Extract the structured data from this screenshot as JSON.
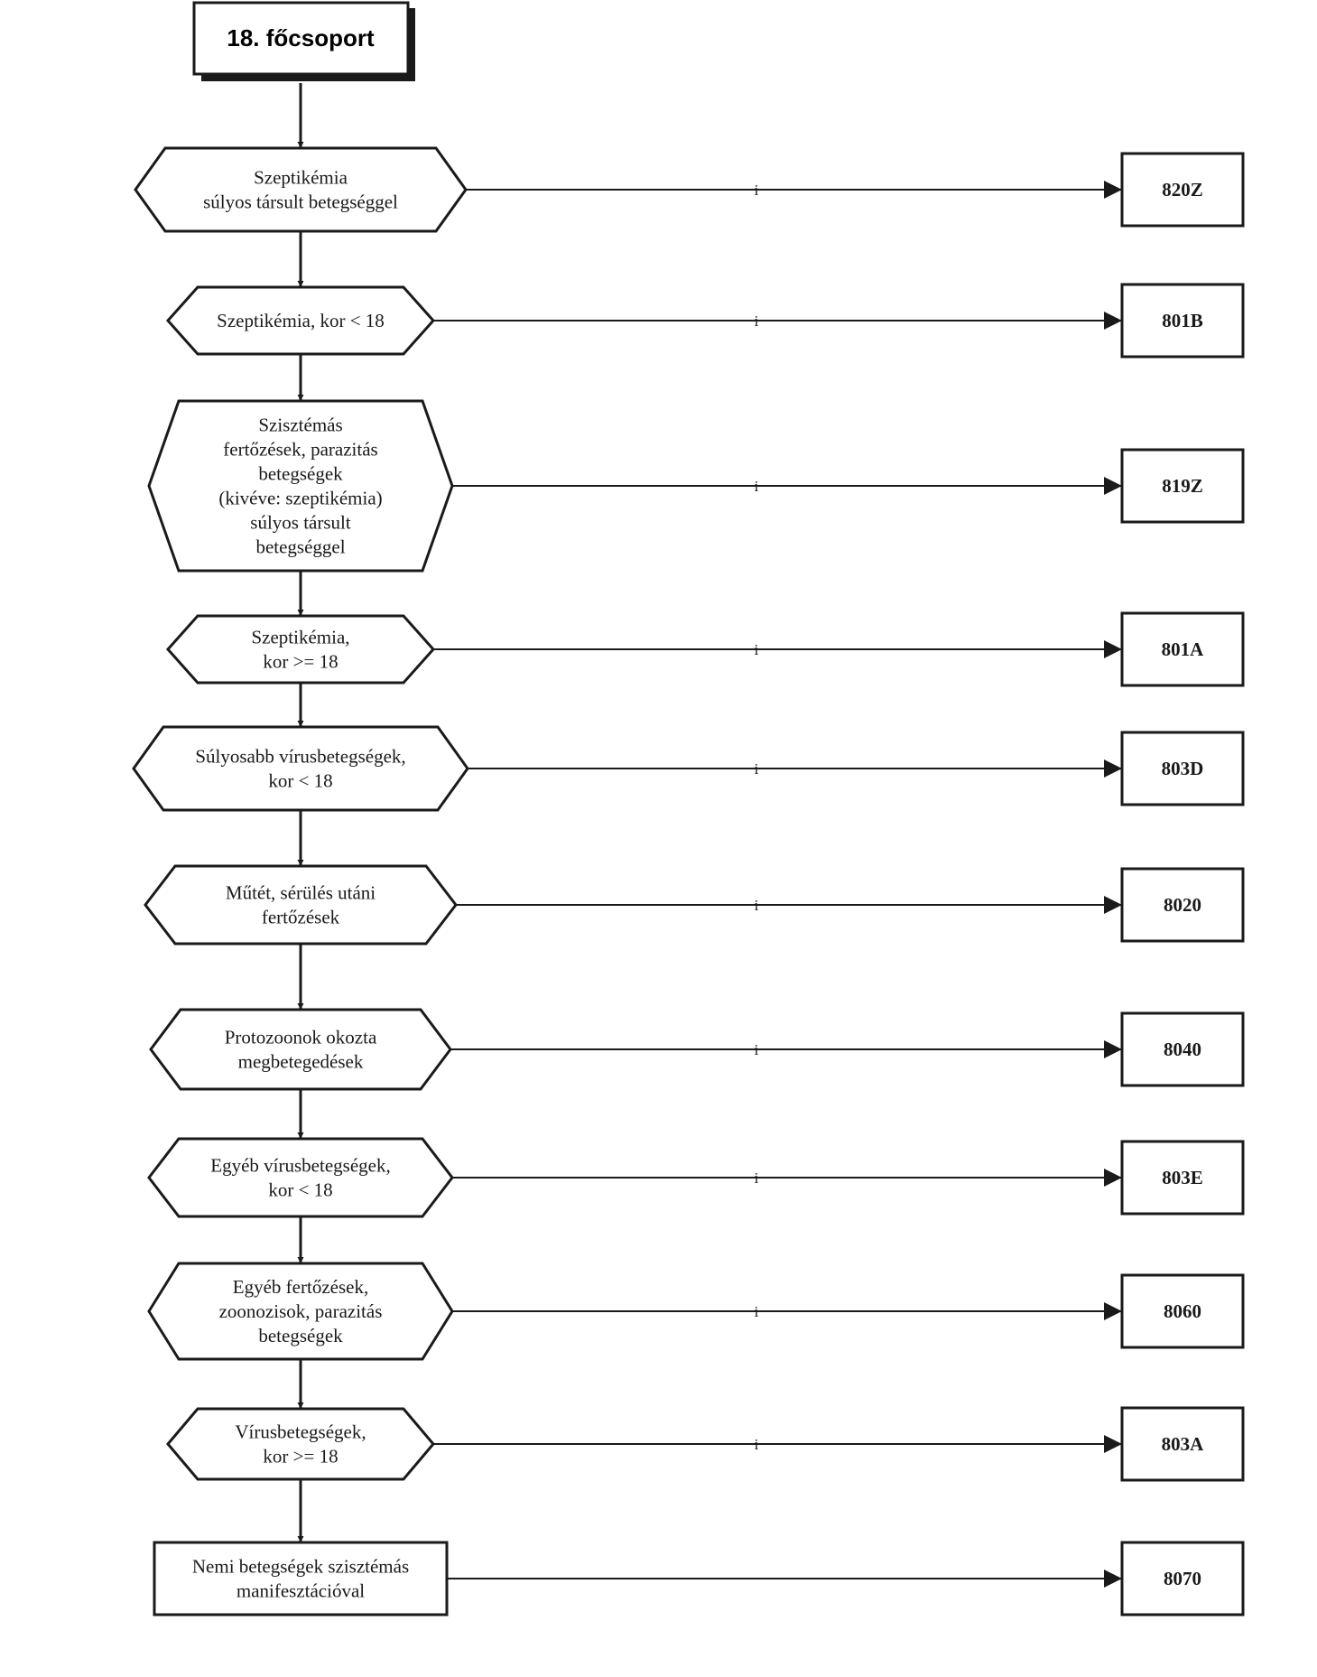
{
  "title": "18. főcsoport",
  "nodes": [
    {
      "lines": [
        "Szeptikémia",
        "súlyos társult betegséggel"
      ],
      "yes": "i",
      "code": "820Z"
    },
    {
      "lines": [
        "Szeptikémia, kor < 18"
      ],
      "yes": "i",
      "code": "801B"
    },
    {
      "lines": [
        "Szisztémás",
        "fertőzések, parazitás",
        "betegségek",
        "(kivéve: szeptikémia)",
        "súlyos társult",
        "betegséggel"
      ],
      "yes": "i",
      "code": "819Z"
    },
    {
      "lines": [
        "Szeptikémia,",
        "kor >= 18"
      ],
      "yes": "i",
      "code": "801A"
    },
    {
      "lines": [
        "Súlyosabb vírusbetegségek,",
        "kor < 18"
      ],
      "yes": "i",
      "code": "803D"
    },
    {
      "lines": [
        "Műtét, sérülés utáni",
        "fertőzések"
      ],
      "yes": "i",
      "code": "8020"
    },
    {
      "lines": [
        "Protozoonok okozta",
        "megbetegedések"
      ],
      "yes": "i",
      "code": "8040"
    },
    {
      "lines": [
        "Egyéb vírusbetegségek,",
        "kor < 18"
      ],
      "yes": "i",
      "code": "803E"
    },
    {
      "lines": [
        "Egyéb fertőzések,",
        "zoonozisok, parazitás",
        "betegségek"
      ],
      "yes": "i",
      "code": "8060"
    },
    {
      "lines": [
        "Vírusbetegségek,",
        "kor >= 18"
      ],
      "yes": "i",
      "code": "803A"
    }
  ],
  "final": {
    "lines": [
      "Nemi betegségek szisztémás",
      "manifesztációval"
    ],
    "code": "8070"
  }
}
